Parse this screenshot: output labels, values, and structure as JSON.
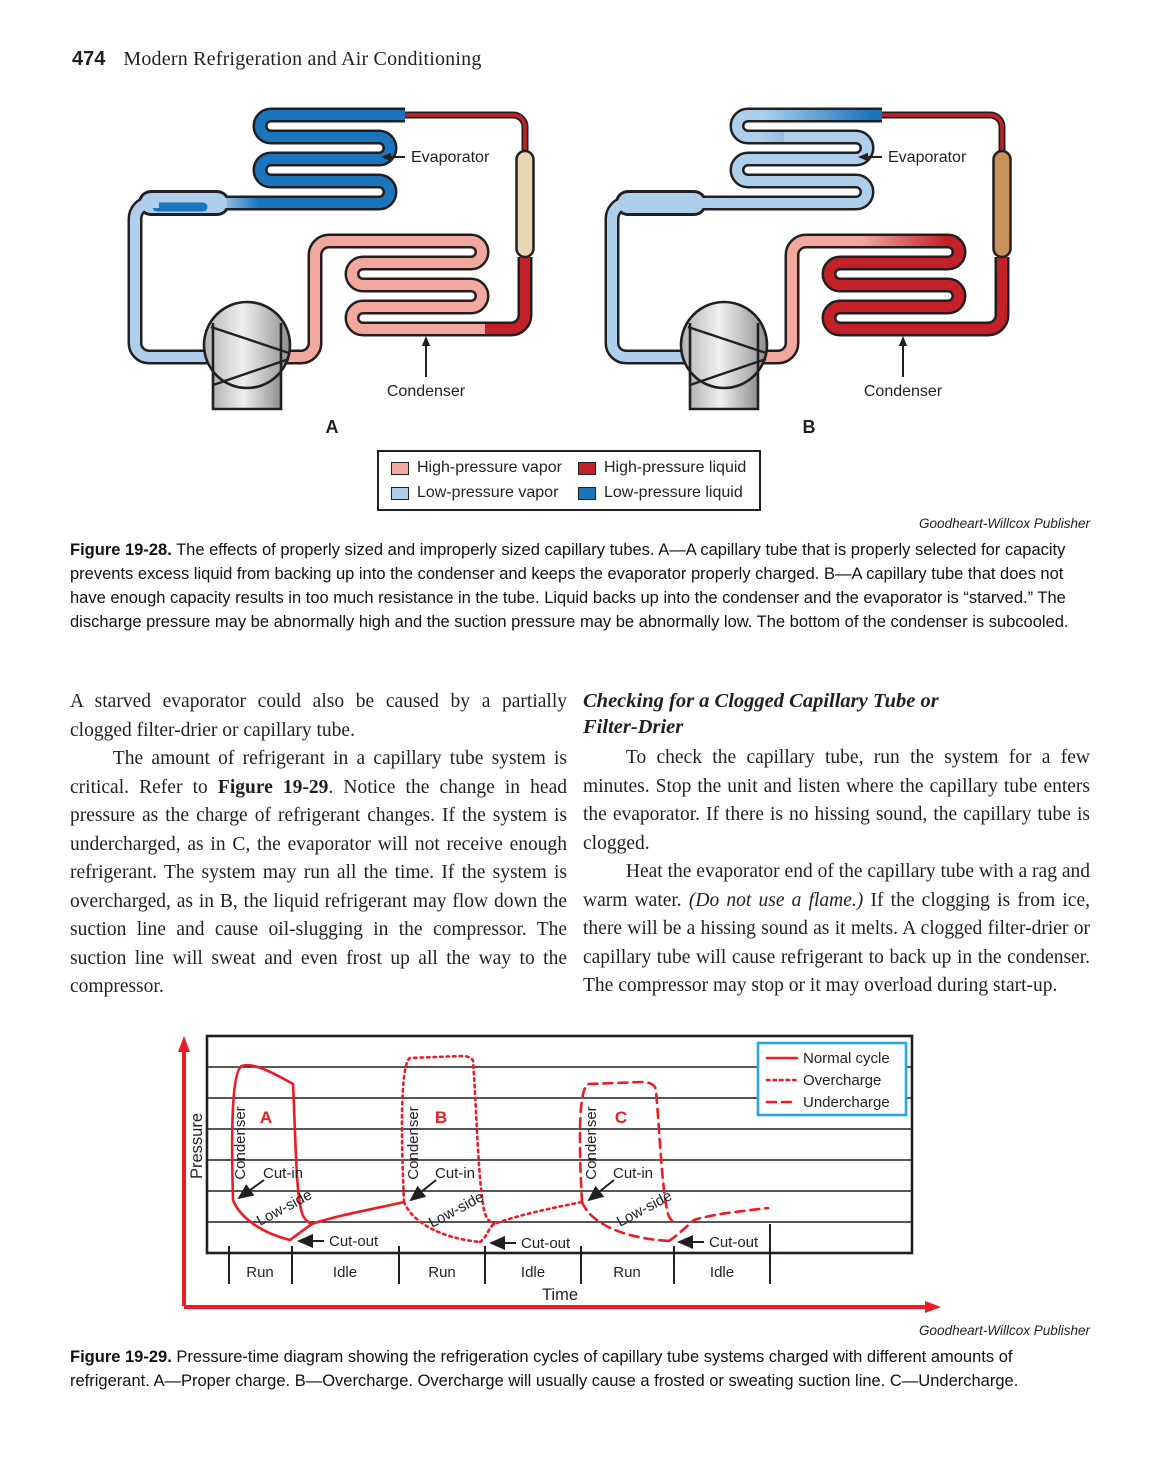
{
  "page": {
    "number": "474",
    "title": "Modern Refrigeration and Air Conditioning"
  },
  "colors": {
    "dark_blue": "#1b75bc",
    "light_blue": "#aecfec",
    "pink": "#f2a89d",
    "dark_red": "#c32127",
    "tan_light": "#e9d6b2",
    "tan_dark": "#c8935a",
    "chart_red": "#ec1c24",
    "legend_blue": "#29a8e0",
    "ink": "#231f20"
  },
  "figure28": {
    "diagram_a": {
      "evaporator_label": "Evaporator",
      "condenser_label": "Condenser",
      "letter": "A"
    },
    "diagram_b": {
      "evaporator_label": "Evaporator",
      "condenser_label": "Condenser",
      "letter": "B"
    },
    "legend": [
      {
        "label": "High-pressure vapor",
        "color": "#f2a89d"
      },
      {
        "label": "High-pressure liquid",
        "color": "#c32127"
      },
      {
        "label": "Low-pressure vapor",
        "color": "#aecfec"
      },
      {
        "label": "Low-pressure liquid",
        "color": "#1b75bc"
      }
    ],
    "credit": "Goodheart-Willcox Publisher",
    "caption_label": "Figure 19-28.",
    "caption": "The effects of properly sized and improperly sized capillary tubes. A—A capillary tube that is properly selected for capacity prevents excess liquid from backing up into the condenser and keeps the evaporator properly charged. B—A capillary tube that does not have enough capacity results in too much resistance in the tube. Liquid backs up into the condenser and the evaporator is “starved.” The discharge pressure may be abnormally high and the suction pressure may be abnormally low. The bottom of the condenser is subcooled."
  },
  "body": {
    "left": {
      "p1": "A starved evaporator could also be caused by a partially clogged filter-drier or capillary tube.",
      "p2_pre": "The amount of refrigerant in a capillary tube system is critical. Refer to ",
      "p2_bold": "Figure 19-29",
      "p2_post": ". Notice the change in head pressure as the charge of refrigerant changes. If the system is undercharged, as in C, the evaporator will not receive enough refrigerant. The system may run all the time. If the system is overcharged, as in B, the liquid refrigerant may flow down the suction line and cause oil-slugging in the compressor. The suction line will sweat and even frost up all the way to the compressor."
    },
    "right": {
      "heading": "Checking for a Clogged Capillary Tube or Filter-Drier",
      "p1": "To check the capillary tube, run the system for a few minutes. Stop the unit and listen where the capillary tube enters the evaporator. If there is no hissing sound, the capillary tube is clogged.",
      "p2_pre": "Heat the evaporator end of the capillary tube with a rag and warm water. ",
      "p2_italic": "(Do not use a flame.)",
      "p2_post": " If the clogging is from ice, there will be a hissing sound as it melts. A clogged filter-drier or capillary tube will cause refrigerant to back up in the condenser. The compressor may stop or it may overload during start-up."
    }
  },
  "figure29": {
    "labels": {
      "pressure": "Pressure",
      "time": "Time",
      "run": "Run",
      "idle": "Idle",
      "condenser": "Condenser",
      "low_side": "Low-side",
      "cut_in": "Cut-in",
      "cut_out": "Cut-out",
      "letter_a": "A",
      "letter_b": "B",
      "letter_c": "C"
    },
    "legend": [
      {
        "label": "Normal cycle",
        "style": "solid"
      },
      {
        "label": "Overcharge",
        "style": "dotted"
      },
      {
        "label": "Undercharge",
        "style": "dashed"
      }
    ],
    "chart_data": {
      "type": "line",
      "title": "Pressure-time diagram of capillary tube refrigeration cycles",
      "xlabel": "Time",
      "ylabel": "Pressure",
      "x_segments": [
        "Run",
        "Idle",
        "Run",
        "Idle",
        "Run",
        "Idle"
      ],
      "grid": "horizontal gridlines only, 6 evenly spaced, no numeric ticks",
      "legend_position": "top-right",
      "series": [
        {
          "name": "Normal cycle",
          "section": "A",
          "line_style": "solid",
          "condenser_peak_rel_pressure": 0.87,
          "cut_in_rel_pressure": 0.25,
          "cut_out_rel_pressure": 0.06,
          "shape": "at cut-in condenser pressure rises steeply to a high rounded peak then declines slightly during Run; low-side pressure sags to cut-out; after cut-out pressures equalize and rise slowly through Idle to the next cut-in"
        },
        {
          "name": "Overcharge",
          "section": "B",
          "line_style": "dotted",
          "condenser_peak_rel_pressure": 0.95,
          "cut_in_rel_pressure": 0.25,
          "cut_out_rel_pressure": 0.05,
          "shape": "condenser pressure climbs above the top gridline and stays flat (abnormally high head pressure) during Run, then drops at cut-out; low-side sags during Run and recovers during Idle"
        },
        {
          "name": "Undercharge",
          "section": "C",
          "line_style": "dashed",
          "condenser_peak_rel_pressure": 0.78,
          "cut_in_rel_pressure": 0.25,
          "cut_out_rel_pressure": 0.05,
          "shape": "condenser pressure peaks lower than normal and flat during Run, drops at cut-out; low-side sags during Run and rises gently during Idle"
        }
      ]
    },
    "credit": "Goodheart-Willcox Publisher",
    "caption_label": "Figure 19-29.",
    "caption": "Pressure-time diagram showing the refrigeration cycles of capillary tube systems charged with different amounts of refrigerant. A—Proper charge. B—Overcharge. Overcharge will usually cause a frosted or sweating suction line. C—Undercharge."
  }
}
